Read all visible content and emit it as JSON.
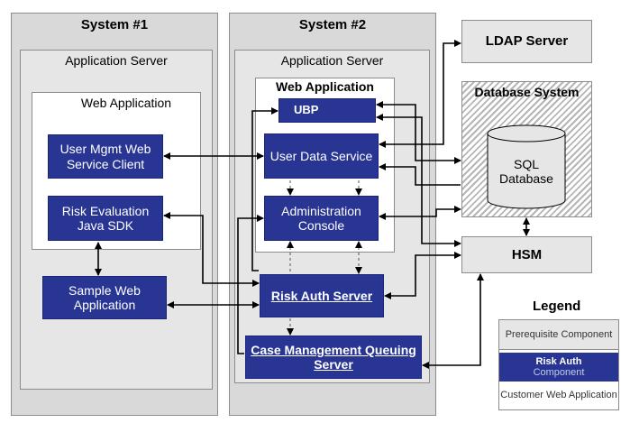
{
  "system1": {
    "title": "System #1",
    "app_server": "Application Server",
    "web_app": "Web Application",
    "user_mgmt": "User Mgmt Web Service Client",
    "risk_eval": "Risk Evaluation Java SDK",
    "sample_web": "Sample Web Application"
  },
  "system2": {
    "title": "System #2",
    "app_server": "Application Server",
    "web_app": "Web Application",
    "ubp": "UBP",
    "user_data": "User Data Service",
    "admin": "Administration Console",
    "risk_auth": "Risk Auth Server",
    "case_mgmt": "Case Management Queuing Server"
  },
  "ldap": "LDAP Server",
  "db_system": {
    "title": "Database System",
    "sql": "SQL Database"
  },
  "hsm": "HSM",
  "legend": {
    "title": "Legend",
    "prerequisite": "Prerequisite Component",
    "component_highlight": "Risk Auth",
    "component": "Component",
    "customer": "Customer Web Application"
  },
  "colors": {
    "component_blue": "#283593",
    "system_grey": "#d9d9d9",
    "server_grey": "#e6e6e6"
  }
}
